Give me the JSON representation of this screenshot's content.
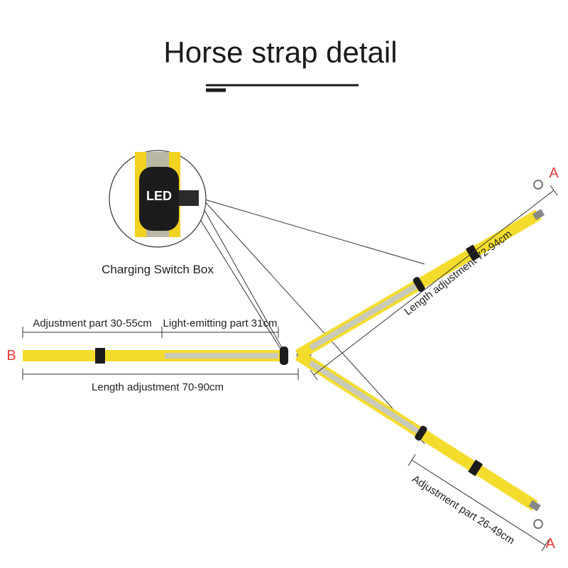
{
  "title": "Horse strap detail",
  "callout": {
    "label": "Charging Switch Box",
    "led_text": "LED"
  },
  "markers": {
    "left": "B",
    "top_right": "A",
    "bottom_right": "A"
  },
  "labels": {
    "adjustment_left": "Adjustment part 30-55cm",
    "light_emitting": "Light-emitting part 31cm",
    "length_left": "Length adjustment 70-90cm",
    "length_upper_right": "Length adjustment 72-94cm",
    "adjustment_lower_right": "Adjustment part 26-49cm"
  },
  "colors": {
    "strap_yellow": "#f4dc2c",
    "reflective_stripe": "#c9c9b8",
    "marker_red": "#e53935",
    "buckle_black": "#1c1c1c"
  }
}
